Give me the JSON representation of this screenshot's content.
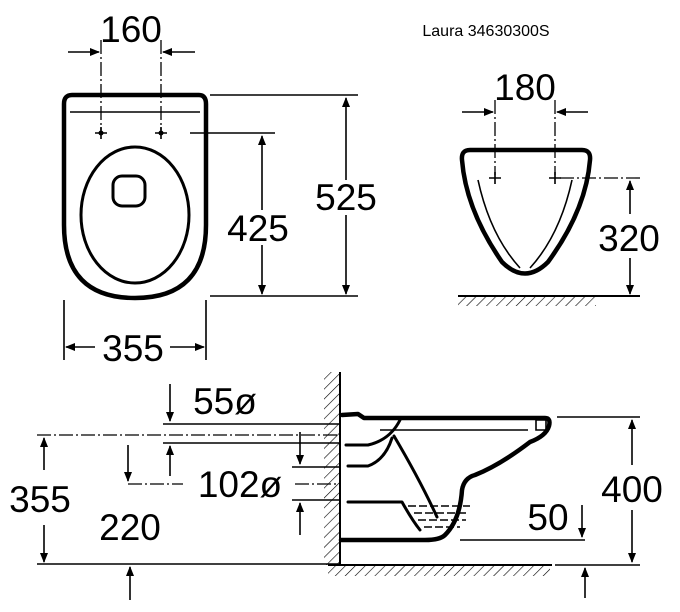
{
  "title": "Laura 34630300S",
  "top_view": {
    "bolt_spacing": "160",
    "fixing_depth": "425",
    "length": "525",
    "width": "355"
  },
  "front_view": {
    "bolt_spacing": "180",
    "bolt_height": "320"
  },
  "side_view": {
    "supply_diameter": "55ø",
    "waste_diameter": "102ø",
    "supply_height": "355",
    "waste_height": "220",
    "water_depth": "50",
    "rim_height": "400"
  }
}
